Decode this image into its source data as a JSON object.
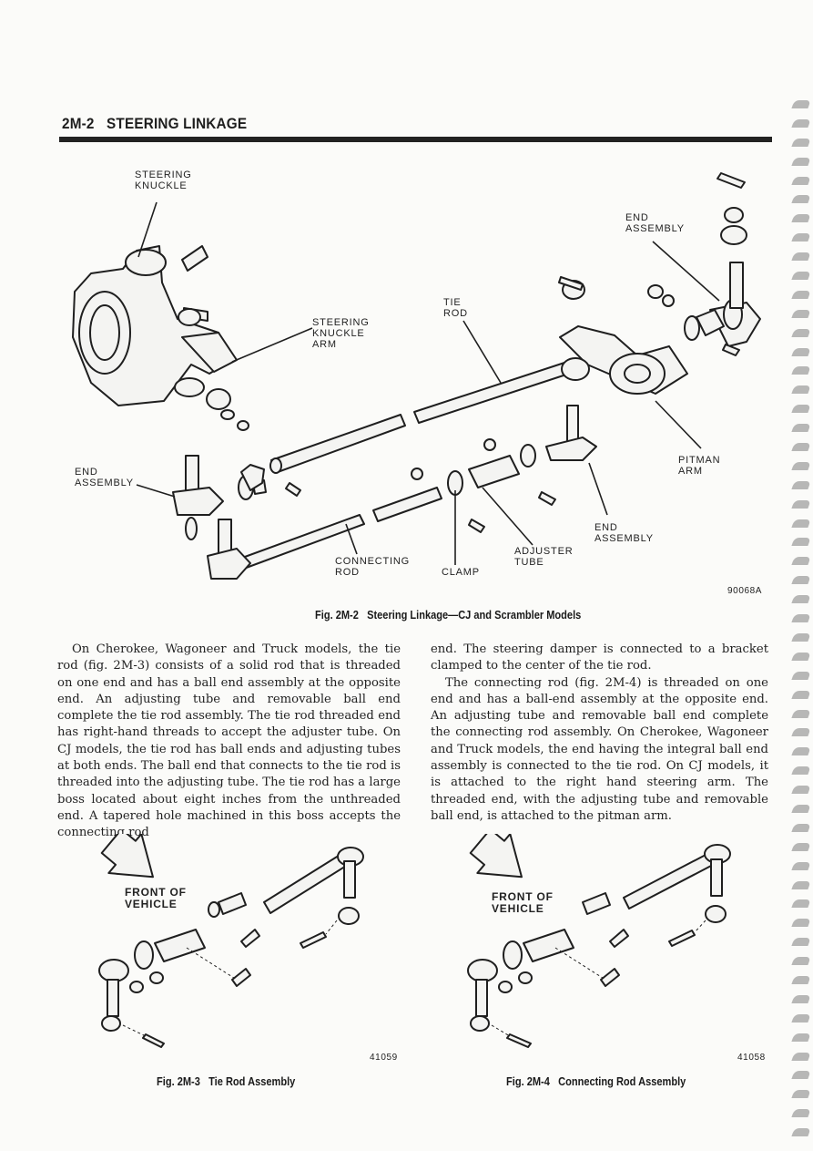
{
  "header": {
    "section": "2M-2",
    "title": "STEERING LINKAGE"
  },
  "figure1": {
    "labels": {
      "steering_knuckle": "STEERING\nKNUCKLE",
      "end_assembly_top": "END\nASSEMBLY",
      "tie_rod": "TIE\nROD",
      "steering_knuckle_arm": "STEERING\nKNUCKLE\nARM",
      "pitman_arm": "PITMAN\nARM",
      "end_assembly_left": "END\nASSEMBLY",
      "end_assembly_right": "END\nASSEMBLY",
      "adjuster_tube": "ADJUSTER\nTUBE",
      "connecting_rod": "CONNECTING\nROD",
      "clamp": "CLAMP"
    },
    "figure_number": "90068A",
    "caption_num": "Fig. 2M-2",
    "caption_text": "Steering Linkage—CJ and Scrambler Models"
  },
  "text": {
    "left_paragraph": "On Cherokee, Wagoneer and Truck models, the tie rod (fig. 2M-3) consists of a solid rod that is threaded on one end and has a ball end assembly at the opposite end. An adjusting tube and removable ball end complete the tie rod assembly. The tie rod threaded end has right-hand threads to accept the adjuster tube. On CJ models, the tie rod has ball ends and adjusting tubes at both ends. The ball end that connects to the tie rod is threaded into the adjusting tube. The tie rod has a large boss located about eight inches from the unthreaded end. A tapered hole machined in this boss accepts the connecting rod",
    "right_paragraph_1": "end. The steering damper is connected to a bracket clamped to the center of the tie rod.",
    "right_paragraph_2": "The connecting rod (fig. 2M-4) is threaded on one end and has a ball-end assembly at the opposite end. An adjusting tube and removable ball end complete the connecting rod assembly. On Cherokee, Wagoneer and Truck models, the end having the integral ball end assembly is connected to the tie rod. On CJ models, it is attached to the right hand steering arm. The threaded end, with the adjusting tube and removable ball end, is attached to the pitman arm."
  },
  "figure2": {
    "front_label": "FRONT OF\nVEHICLE",
    "figure_number": "41059",
    "caption_num": "Fig. 2M-3",
    "caption_text": "Tie Rod Assembly"
  },
  "figure3": {
    "front_label": "FRONT OF\nVEHICLE",
    "figure_number": "41058",
    "caption_num": "Fig. 2M-4",
    "caption_text": "Connecting Rod Assembly"
  }
}
